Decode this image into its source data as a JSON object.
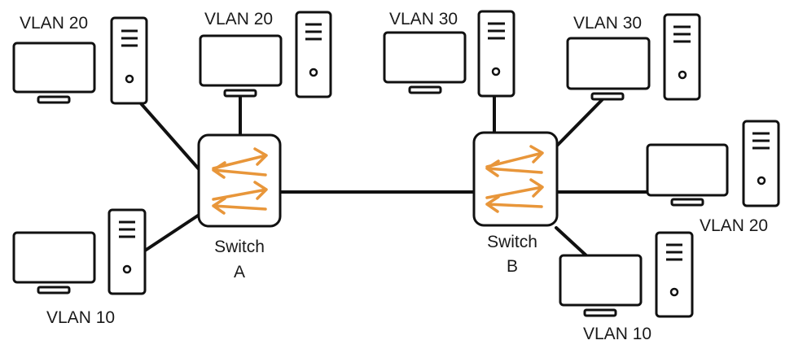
{
  "switches": [
    {
      "name": "Switch",
      "id": "A"
    },
    {
      "name": "Switch",
      "id": "B"
    }
  ],
  "hosts": [
    {
      "label": "VLAN 20",
      "switch": "A"
    },
    {
      "label": "VLAN 20",
      "switch": "A"
    },
    {
      "label": "VLAN 10",
      "switch": "A"
    },
    {
      "label": "VLAN 30",
      "switch": "B"
    },
    {
      "label": "VLAN 30",
      "switch": "B"
    },
    {
      "label": "VLAN 20",
      "switch": "B"
    },
    {
      "label": "VLAN 10",
      "switch": "B"
    }
  ],
  "colors": {
    "arrow": "#e8963a",
    "line": "#111111"
  },
  "icons": {
    "switch": "switch-arrows-icon",
    "monitor": "monitor-icon",
    "tower": "tower-pc-icon"
  }
}
